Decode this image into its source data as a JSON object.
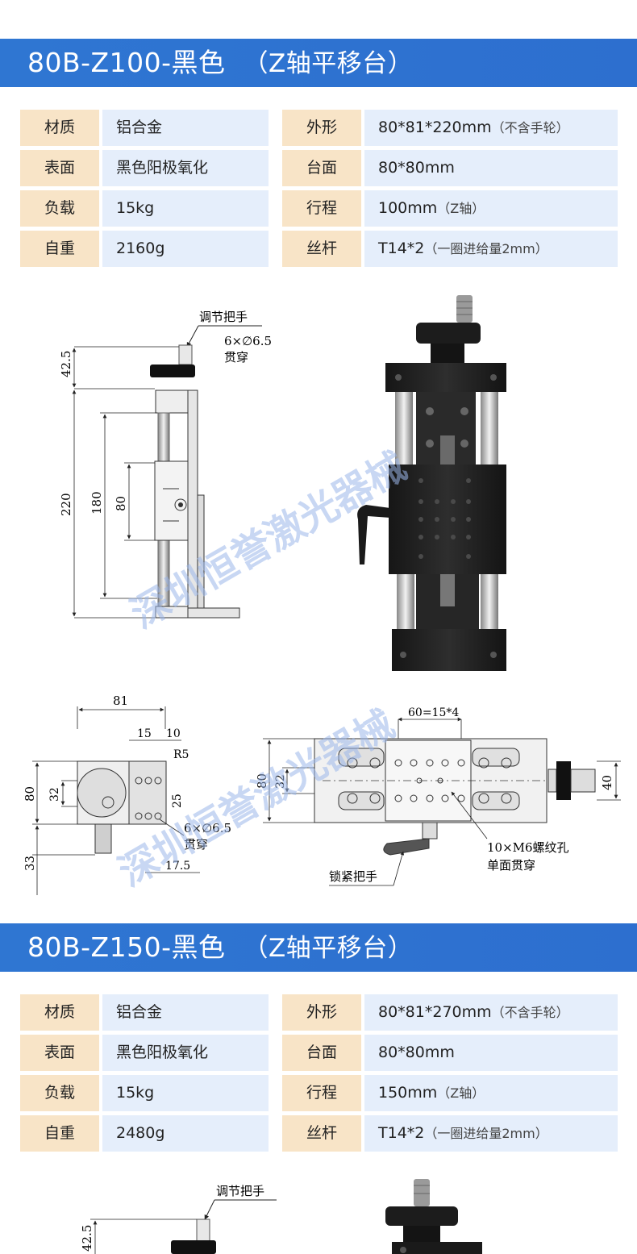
{
  "sections": [
    {
      "model": "80B-Z100-黑色",
      "subtitle": "（Z轴平移台）",
      "specs": [
        {
          "label": "材质",
          "value": "铝合金",
          "note": ""
        },
        {
          "label": "外形",
          "value": "80*81*220mm",
          "note": "（不含手轮）"
        },
        {
          "label": "表面",
          "value": "黑色阳极氧化",
          "note": ""
        },
        {
          "label": "台面",
          "value": "80*80mm",
          "note": ""
        },
        {
          "label": "负载",
          "value": "15kg",
          "note": ""
        },
        {
          "label": "行程",
          "value": "100mm",
          "note": "（Z轴）"
        },
        {
          "label": "自重",
          "value": "2160g",
          "note": ""
        },
        {
          "label": "丝杆",
          "value": "T14*2",
          "note": "（一圈进给量2mm）"
        }
      ],
      "drawing": {
        "adjust_handle": "调节把手",
        "holes": "6×∅6.5",
        "through": "贯穿",
        "dim_42_5": "42.5",
        "dim_220": "220",
        "dim_180": "180",
        "dim_80": "80",
        "top_81": "81",
        "top_15": "15",
        "top_10": "10",
        "top_r5": "R5",
        "top_80": "80",
        "top_32": "32",
        "top_25": "25",
        "top_33": "33",
        "top_17_5": "17.5",
        "holes2": "6×∅6.5",
        "through2": "贯穿",
        "side_pitch": "60=15*4",
        "side_80": "80",
        "side_32": "32",
        "side_40": "40",
        "m6_holes": "10×M6螺纹孔",
        "m6_through": "单面贯穿",
        "lock_handle": "锁紧把手",
        "watermark": "深圳恒誉激光器械"
      }
    },
    {
      "model": "80B-Z150-黑色",
      "subtitle": "（Z轴平移台）",
      "specs": [
        {
          "label": "材质",
          "value": "铝合金",
          "note": ""
        },
        {
          "label": "外形",
          "value": "80*81*270mm",
          "note": "（不含手轮）"
        },
        {
          "label": "表面",
          "value": "黑色阳极氧化",
          "note": ""
        },
        {
          "label": "台面",
          "value": "80*80mm",
          "note": ""
        },
        {
          "label": "负载",
          "value": "15kg",
          "note": ""
        },
        {
          "label": "行程",
          "value": "150mm",
          "note": "（Z轴）"
        },
        {
          "label": "自重",
          "value": "2480g",
          "note": ""
        },
        {
          "label": "丝杆",
          "value": "T14*2",
          "note": "（一圈进给量2mm）"
        }
      ],
      "drawing": {
        "adjust_handle": "调节把手",
        "dim_42_5": "42.5"
      }
    }
  ],
  "colors": {
    "banner": "#2f76d2",
    "label_bg": "#f8e4c7",
    "value_bg": "#e5eefb",
    "watermark": "#9bb7ea"
  }
}
